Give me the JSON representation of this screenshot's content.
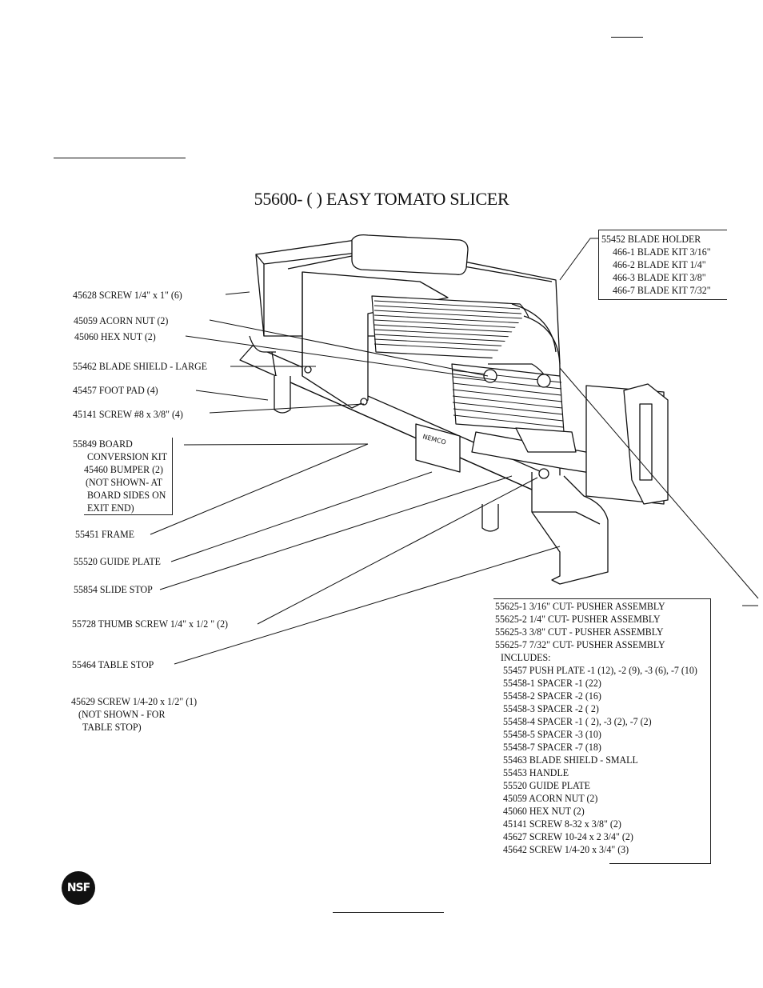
{
  "title": "55600- (  ) EASY TOMATO SLICER",
  "labels": {
    "screw_quarter": "45628 SCREW 1/4\" x 1\" (6)",
    "acorn_nut": "45059 ACORN NUT (2)",
    "hex_nut": "45060 HEX NUT (2)",
    "blade_shield_large": "55462 BLADE SHIELD - LARGE",
    "foot_pad": "45457 FOOT PAD (4)",
    "screw_8": "45141 SCREW #8 x 3/8\" (4)",
    "board_kit": [
      "55849 BOARD",
      "CONVERSION KIT",
      "45460 BUMPER (2)",
      "(NOT SHOWN- AT",
      "BOARD SIDES ON",
      "EXIT END)"
    ],
    "frame": "55451 FRAME",
    "guide_plate": "55520 GUIDE PLATE",
    "slide_stop": "55854 SLIDE STOP",
    "thumb_screw": "55728 THUMB SCREW 1/4\" x 1/2 \" (2)",
    "table_stop": "55464 TABLE STOP",
    "screw_table": [
      "45629 SCREW 1/4-20 x 1/2\" (1)",
      "(NOT SHOWN -  FOR",
      "TABLE STOP)"
    ]
  },
  "blade_holder_box": [
    "55452 BLADE HOLDER",
    "466-1 BLADE KIT 3/16\"",
    "466-2 BLADE KIT 1/4\"",
    "466-3 BLADE KIT 3/8\"",
    "466-7 BLADE KIT 7/32\""
  ],
  "pusher_box": [
    "55625-1  3/16\" CUT- PUSHER ASSEMBLY",
    "55625-2    1/4\" CUT- PUSHER ASSEMBLY",
    "55625-3  3/8\" CUT - PUSHER ASSEMBLY",
    "55625-7  7/32\" CUT- PUSHER ASSEMBLY",
    "INCLUDES:",
    "55457 PUSH PLATE -1 (12), -2 (9), -3 (6), -7 (10)",
    "55458-1  SPACER  -1  (22)",
    "55458-2  SPACER  -2  (16)",
    "55458-3  SPACER  -2  (  2)",
    "55458-4  SPACER  -1  (  2), -3 (2),  -7  (2)",
    "55458-5  SPACER  -3  (10)",
    "55458-7  SPACER  -7  (18)",
    "55463  BLADE SHIELD - SMALL",
    "55453 HANDLE",
    "55520  GUIDE PLATE",
    "45059 ACORN NUT (2)",
    "45060 HEX NUT (2)",
    "45141 SCREW 8-32 x 3/8\" (2)",
    "45627 SCREW 10-24 x 2  3/4\"  (2)",
    "45642 SCREW 1/4-20 x 3/4\" (3)"
  ],
  "brand_mark": "NEMCO",
  "nsf_logo": "NSF"
}
